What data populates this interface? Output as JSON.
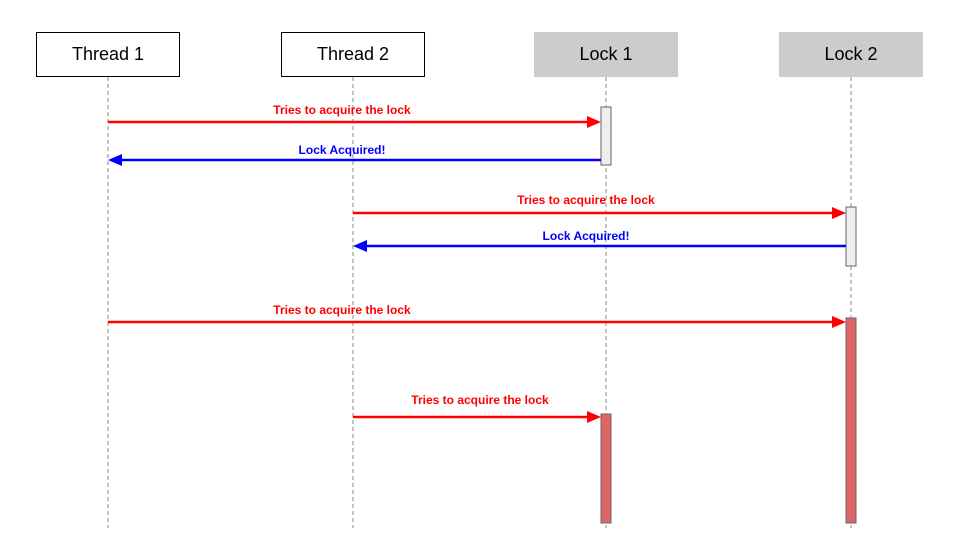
{
  "participants": [
    {
      "id": "thread1",
      "label": "Thread 1",
      "kind": "thread"
    },
    {
      "id": "thread2",
      "label": "Thread 2",
      "kind": "thread"
    },
    {
      "id": "lock1",
      "label": "Lock 1",
      "kind": "lock"
    },
    {
      "id": "lock2",
      "label": "Lock 2",
      "kind": "lock"
    }
  ],
  "messages": [
    {
      "from": "thread1",
      "to": "lock1",
      "label": "Tries to acquire the lock",
      "type": "request"
    },
    {
      "from": "lock1",
      "to": "thread1",
      "label": "Lock Acquired!",
      "type": "reply"
    },
    {
      "from": "thread2",
      "to": "lock2",
      "label": "Tries to acquire the lock",
      "type": "request"
    },
    {
      "from": "lock2",
      "to": "thread2",
      "label": "Lock Acquired!",
      "type": "reply"
    },
    {
      "from": "thread1",
      "to": "lock2",
      "label": "Tries to acquire the lock",
      "type": "request"
    },
    {
      "from": "thread2",
      "to": "lock1",
      "label": "Tries to acquire the lock",
      "type": "request"
    }
  ],
  "activations": [
    {
      "participant": "lock1",
      "state": "acquired"
    },
    {
      "participant": "lock2",
      "state": "acquired"
    },
    {
      "participant": "lock2",
      "state": "blocked"
    },
    {
      "participant": "lock1",
      "state": "blocked"
    }
  ],
  "colors": {
    "request": "#ff0000",
    "reply": "#0000ff",
    "lock_header": "#cccccc",
    "activation_acquired": "#eeeeee",
    "activation_blocked": "#e06666",
    "lifeline": "#888888"
  }
}
